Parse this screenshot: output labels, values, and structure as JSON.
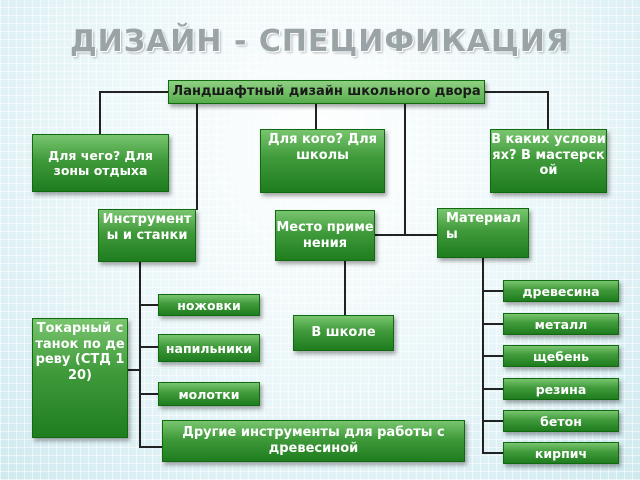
{
  "title": "ДИЗАЙН - СПЕЦИФИКАЦИЯ",
  "root": "Ландшафтный дизайн школьного двора",
  "level1": {
    "what_for": "Для чего? Для зоны отдыха",
    "for_whom": "Для кого? Для школы",
    "conditions": "В каких условиях? В мастерской"
  },
  "level2": {
    "tools": "Инструменты и станки",
    "place": "Место применения",
    "materials": "Материалы"
  },
  "tools_items": {
    "hacksaws": "ножовки",
    "lathe": "Токарный станок по дереву (СТД 120)",
    "files": "напильники",
    "hammers": "молотки",
    "other_tools": "Другие инструменты для работы с древесиной"
  },
  "place_item": "В школе",
  "materials_items": [
    "древесина",
    "металл",
    "щебень",
    "резина",
    "бетон",
    "кирпич"
  ],
  "colors": {
    "box_gradient_top": "#79c56f",
    "box_gradient_bottom": "#1f7d1f",
    "line": "#222222"
  }
}
